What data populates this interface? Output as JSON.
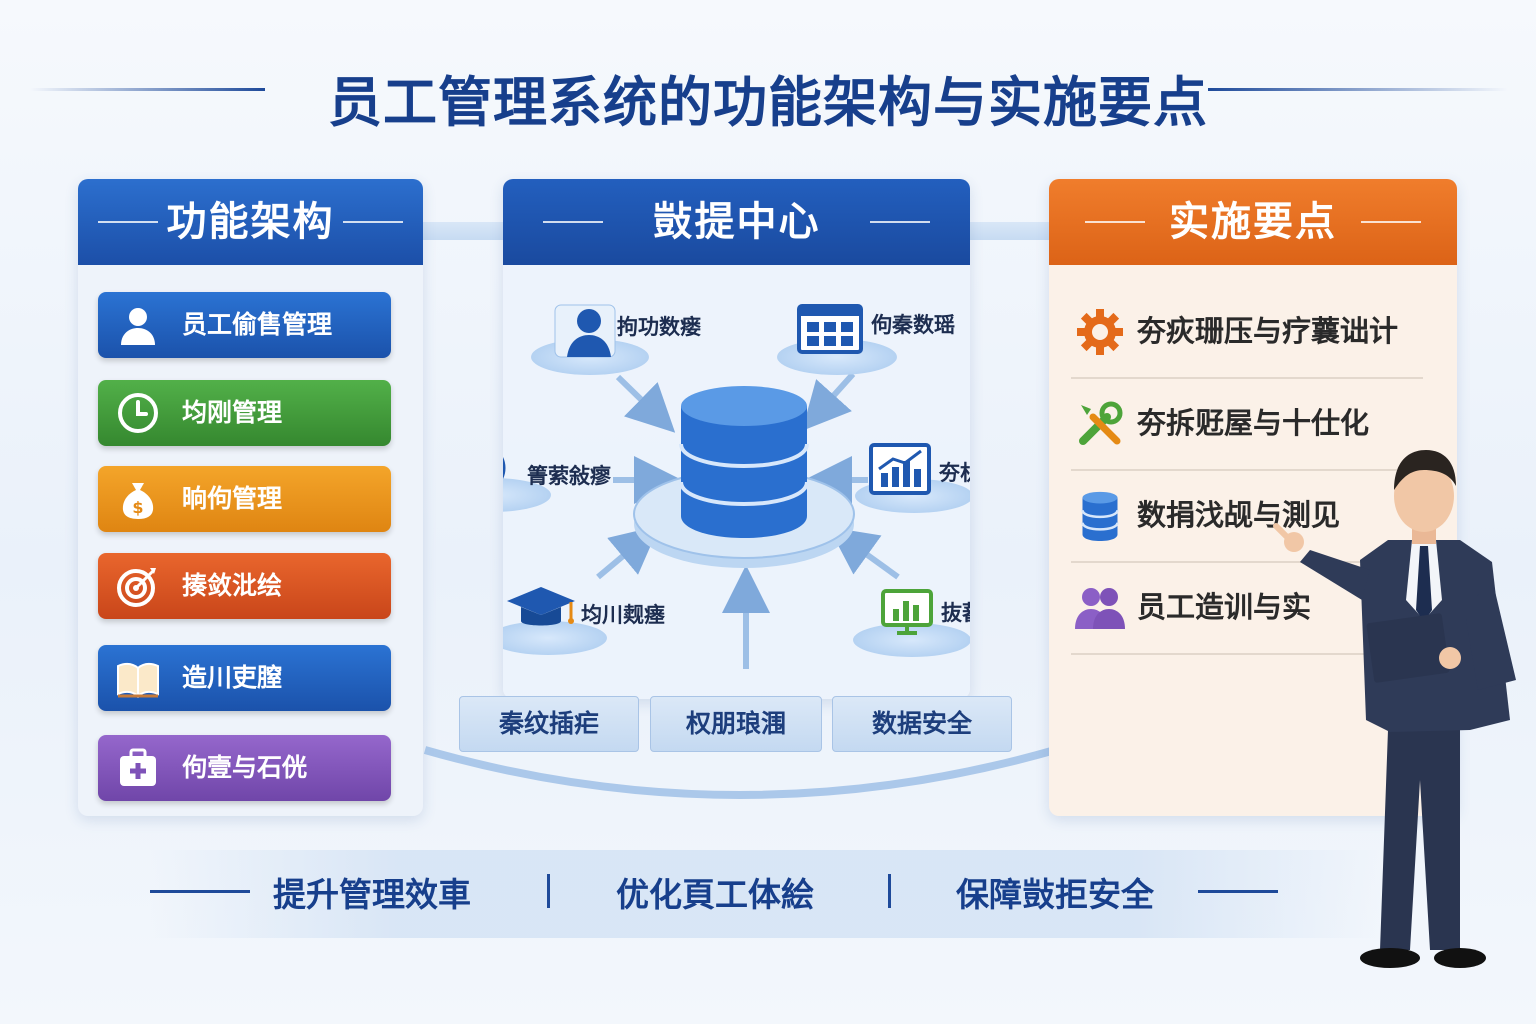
{
  "title": "员工管理系统的功能架构与实施要点",
  "left_panel": {
    "header": "功能架构",
    "items": [
      {
        "label": "员工偷售管理",
        "color": "#1e5fbd",
        "icon": "person-icon"
      },
      {
        "label": "均刚管理",
        "color": "#3f9a3a",
        "icon": "clock-icon"
      },
      {
        "label": "晌佝管理",
        "color": "#e58a14",
        "icon": "money-bag-icon"
      },
      {
        "label": "揍敛沘绘",
        "color": "#d9531e",
        "icon": "target-icon"
      },
      {
        "label": "造川吏膣",
        "color": "#1e5fbd",
        "icon": "book-icon"
      },
      {
        "label": "佝壹与石侊",
        "color": "#7e52b8",
        "icon": "medical-case-icon"
      }
    ]
  },
  "center_panel": {
    "header": "敱提中心",
    "nodes": [
      {
        "label": "拘功数瘘",
        "icon": "user-id-icon"
      },
      {
        "label": "佝秦数瑶",
        "icon": "calendar-icon"
      },
      {
        "label": "箐萦敍瘳",
        "icon": "stopwatch-icon"
      },
      {
        "label": "夯杁觌瘗",
        "icon": "bar-chart-icon"
      },
      {
        "label": "均川觌瘗",
        "icon": "graduation-cap-icon"
      },
      {
        "label": "抜蕃与饋",
        "icon": "monitor-chart-icon"
      }
    ],
    "hub_icon": "database-icon",
    "buttons": [
      "秦纹插疟",
      "权朋琅涠",
      "数据安全"
    ]
  },
  "right_panel": {
    "header": "实施要点",
    "points": [
      {
        "label": "夯疢珊压与疗蘘诎计",
        "icon": "gear-icon"
      },
      {
        "label": "夯拆觃屋与十仕化",
        "icon": "tools-icon"
      },
      {
        "label": "数捐㳀觇与測见",
        "icon": "database-icon"
      },
      {
        "label": "员工造训与实",
        "icon": "people-icon"
      }
    ]
  },
  "footer": [
    "提升管理效車",
    "优化頁工体絵",
    "保障敱拒安全"
  ],
  "colors": {
    "primary": "#173f8c",
    "blue": "#1e5fbd",
    "orange": "#e46a1a",
    "green": "#3f9a3a",
    "purple": "#7e52b8",
    "amber": "#e58a14",
    "red": "#d9531e"
  }
}
